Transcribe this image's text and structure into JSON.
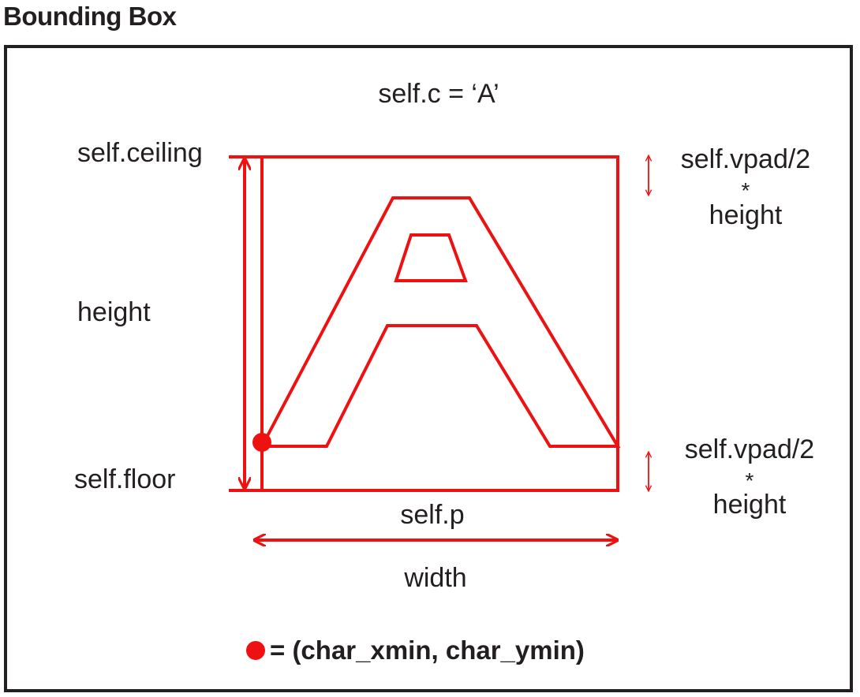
{
  "title": "Bounding Box",
  "colors": {
    "accent": "#ee1111",
    "ink": "#231f20",
    "background": "#ffffff"
  },
  "labels": {
    "char": "self.c = ‘A’",
    "ceiling": "self.ceiling",
    "floor": "self.floor",
    "height": "height",
    "pad_top_1": "self.vpad/2",
    "pad_top_2": "*",
    "pad_top_3": "height",
    "pad_bottom_1": "self.vpad/2",
    "pad_bottom_2": "*",
    "pad_bottom_3": "height",
    "position": "self.p",
    "width": "width"
  },
  "legend": {
    "text": "= (char_xmin, char_ymin)"
  },
  "icons": {
    "origin_marker": "red-dot"
  }
}
